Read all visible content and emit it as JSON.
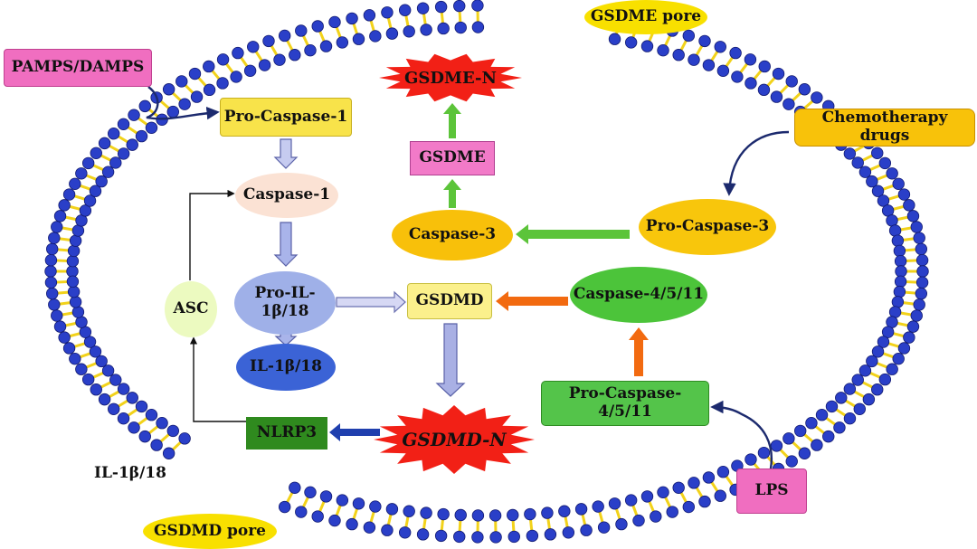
{
  "diagram": {
    "nodes": {
      "pamps_damps": "PAMPS/DAMPS",
      "pro_caspase_1": "Pro-Caspase-1",
      "caspase_1": "Caspase-1",
      "pro_il_1b18": "Pro-IL-\n1β/18",
      "il_1b18": "IL-1β/18",
      "asc": "ASC",
      "nlrp3": "NLRP3",
      "gsdmd": "GSDMD",
      "gsdmd_n": "GSDMD-N",
      "gsdme": "GSDME",
      "gsdme_n": "GSDME-N",
      "caspase_3": "Caspase-3",
      "pro_caspase_3": "Pro-Caspase-3",
      "chemotherapy_drugs": "Chemotherapy drugs",
      "caspase_4_5_11": "Caspase-4/5/11",
      "pro_caspase_4_5_11": "Pro-Caspase-4/5/11",
      "lps": "LPS",
      "gsdme_pore": "GSDME pore",
      "gsdmd_pore": "GSDMD pore",
      "il_1b18_released": "IL-1β/18"
    },
    "colors": {
      "lipid_head": "#2a3fc8",
      "lipid_tail": "#f2d21a",
      "pamps": "#f06ec0",
      "pro_caspase_1": "#f8e34a",
      "caspase_1": "#fbe2d4",
      "pro_il": "#9fb0e8",
      "il_1b": "#3b63d6",
      "asc": "#ecfac0",
      "nlrp3": "#2f8a1e",
      "gsdmd": "#fbf08c",
      "burst_red": "#f22016",
      "gsdme": "#f27ac8",
      "caspase_3": "#f8c00a",
      "pro_caspase_3": "#f8c60c",
      "chemo": "#f8c20a",
      "caspase_4": "#4cc43a",
      "pro_caspase_4": "#54c44a",
      "lps": "#f06ec0",
      "pore": "#f8e000",
      "arrow_green": "#5cc43a",
      "arrow_orange": "#f26a10",
      "arrow_lavender": "#b4b8ec",
      "arrow_blue": "#1f3fae",
      "line_black": "#111111"
    }
  }
}
